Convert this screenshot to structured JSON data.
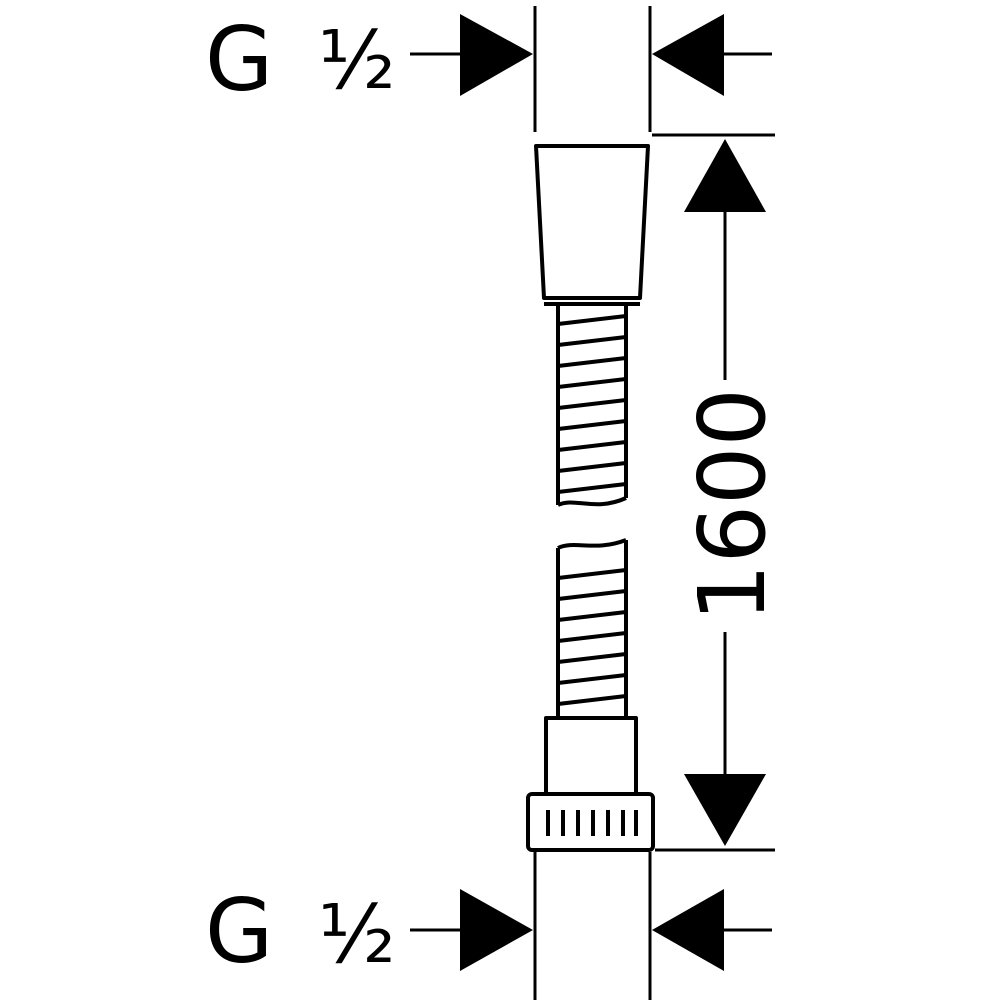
{
  "thread_top": {
    "g": "G",
    "frac": "½"
  },
  "thread_bottom": {
    "g": "G",
    "frac": "½"
  },
  "length_dimension": {
    "value": "1600"
  },
  "colors": {
    "ink": "#000000",
    "paper": "#ffffff"
  }
}
